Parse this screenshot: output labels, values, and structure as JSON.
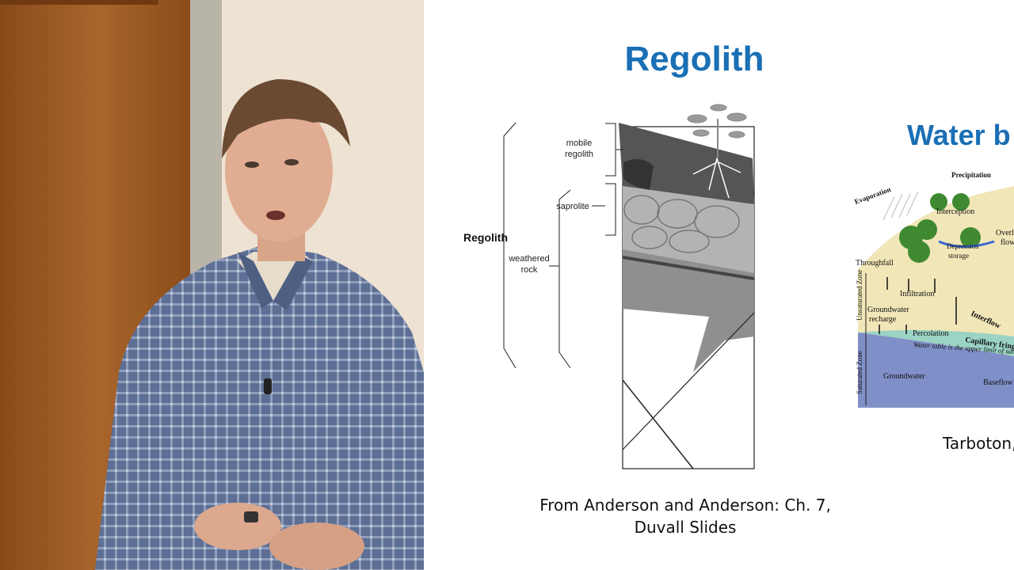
{
  "slide": {
    "title": "Regolith",
    "title_partial": "Water b",
    "caption_line1": "From Anderson and Anderson: Ch. 7,",
    "caption_line2": "Duvall Slides",
    "caption_partial": "Tarboton,"
  },
  "regolith_diagram": {
    "label_regolith": "Regolith",
    "label_mobile_1": "mobile",
    "label_mobile_2": "regolith",
    "label_saprolite": "saprolite",
    "label_weathered_1": "weathered",
    "label_weathered_2": "rock"
  },
  "water_diagram": {
    "precipitation": "Precipitation",
    "evaporation": "Evaporation",
    "interception": "Interception",
    "overland_1": "Overl",
    "overland_2": "flow",
    "depression_1": "Depression",
    "depression_2": "storage",
    "throughfall": "Throughfall",
    "infiltration": "Infiltration",
    "interflow": "Interflow",
    "gw_recharge_1": "Groundwater",
    "gw_recharge_2": "recharge",
    "percolation": "Percolation",
    "capillary": "Capillary fringe",
    "water_table": "Water table is the upper limit of satur",
    "groundwater": "Groundwater",
    "baseflow": "Baseflow",
    "unsaturated": "Unsaturated Zone",
    "saturated": "Saturated Zone"
  },
  "colors": {
    "title_blue": "#1a6fb5",
    "wall_wood": "#9a5a22",
    "shirt_blue": "#5c6f92"
  }
}
